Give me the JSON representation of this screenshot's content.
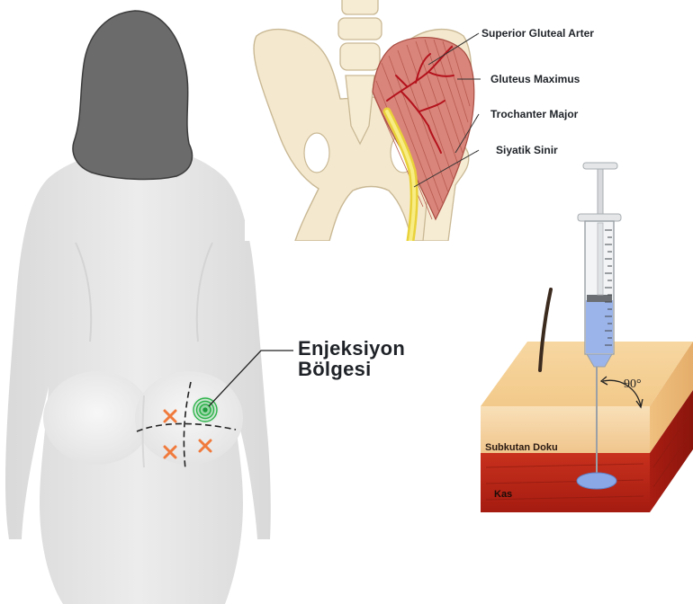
{
  "anatomy_labels": {
    "superior_gluteal_artery": "Superior Gluteal Arter",
    "gluteus_maximus": "Gluteus Maximus",
    "trochanter_major": "Trochanter Major",
    "sciatic_nerve": "Siyatik Sinir"
  },
  "injection_site": {
    "line1": "Enjeksiyon",
    "line2": "Bölgesi"
  },
  "syringe_diagram": {
    "angle": "90°",
    "subcutaneous": "Subkutan Doku",
    "muscle": "Kas"
  },
  "colors": {
    "body": "#e7e7e7",
    "hair": "#6b6b6b",
    "muscle": "#d9857b",
    "artery": "#b4121c",
    "nerve": "#f4e44a",
    "injection_marker": "#2db34a",
    "avoid_marker": "#f07a3c",
    "fluid": "#8aa8e6"
  }
}
